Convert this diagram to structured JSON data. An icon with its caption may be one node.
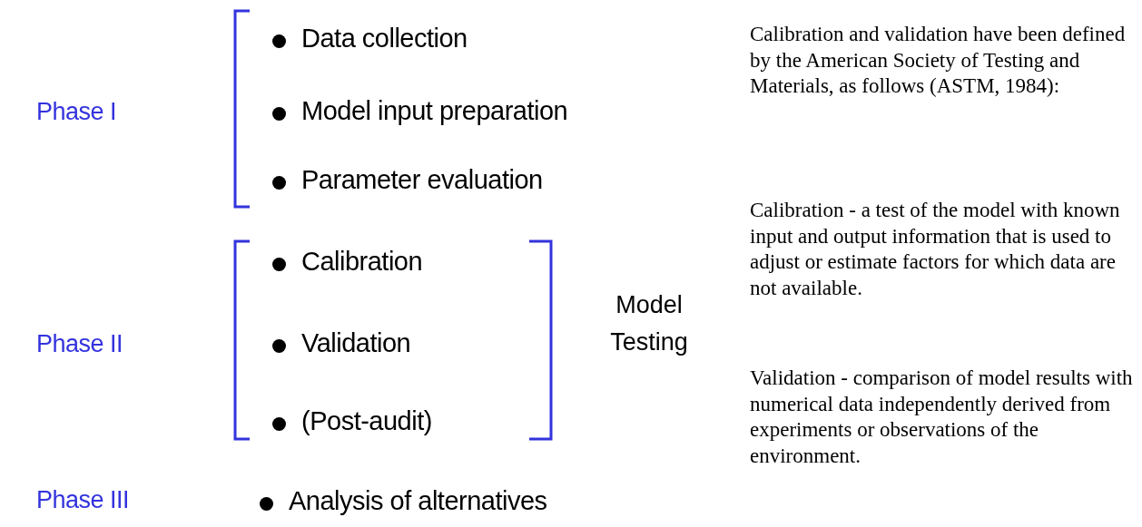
{
  "diagram": {
    "labels": [
      "Phase I",
      "Data collection",
      "Model input preparation",
      "Parameter evaluation",
      "Phase II",
      "Calibration",
      "Validation",
      "(Post-audit)",
      "Model Testing",
      "Phase III",
      "Analysis of alternatives",
      "Calibration and validation have been defined by the American Society of Testing and Materials, as follows (ASTM, 1984):",
      "Calibration - a test of the model with known input and output information that is used to adjust or estimate factors for which data are not available.",
      "Validation - comparison of model results with numerical data independently derived from experiments or observations of the environment."
    ]
  }
}
